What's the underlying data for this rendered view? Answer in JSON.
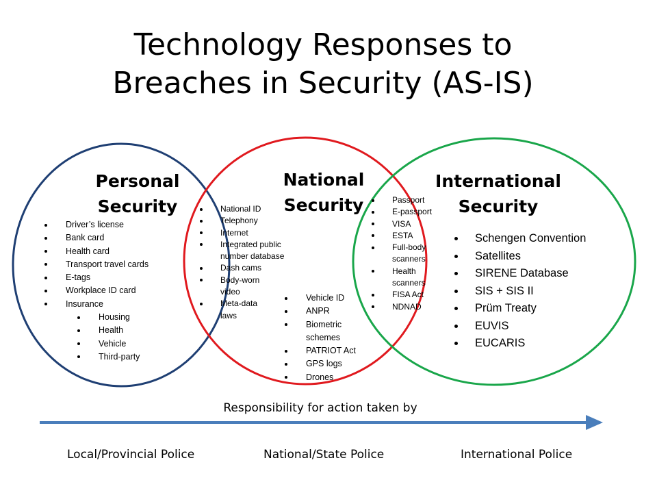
{
  "title": [
    "Technology Responses to",
    "Breaches in Security (AS-IS)"
  ],
  "colors": {
    "personal": "#1f3f73",
    "national": "#e0191e",
    "international": "#19a64a",
    "arrow": "#4a7ebb"
  },
  "personal": {
    "heading": [
      "Personal",
      "Security"
    ],
    "items": [
      "Driver’s license",
      "Bank card",
      "Health card",
      "Transport travel cards",
      "E-tags",
      "Workplace ID card",
      "Insurance"
    ],
    "insurance_subitems": [
      "Housing",
      "Health",
      "Vehicle",
      "Third-party"
    ]
  },
  "personal_national_overlap": {
    "items": [
      "National ID",
      "Telephony",
      "Internet",
      "Integrated public number database",
      "Dash cams",
      "Body-worn video",
      "Meta-data laws"
    ]
  },
  "national": {
    "heading": [
      "National",
      "Security"
    ],
    "items": [
      "Vehicle ID",
      "ANPR",
      "Biometric schemes",
      "PATRIOT Act",
      "GPS logs",
      "Drones"
    ]
  },
  "national_international_overlap": {
    "items": [
      "Passport",
      "E-passport",
      "VISA",
      "ESTA",
      "Full-body scanners",
      "Health scanners",
      "FISA Act",
      "NDNAD"
    ]
  },
  "international": {
    "heading": [
      "International",
      "Security"
    ],
    "items": [
      "Schengen Convention",
      "Satellites",
      "SIRENE Database",
      "SIS + SIS II",
      "Prüm Treaty",
      "EUVIS",
      "EUCARIS"
    ]
  },
  "axis": {
    "label": "Responsibility for action taken by",
    "levels": [
      "Local/Provincial Police",
      "National/State Police",
      "International Police"
    ]
  }
}
